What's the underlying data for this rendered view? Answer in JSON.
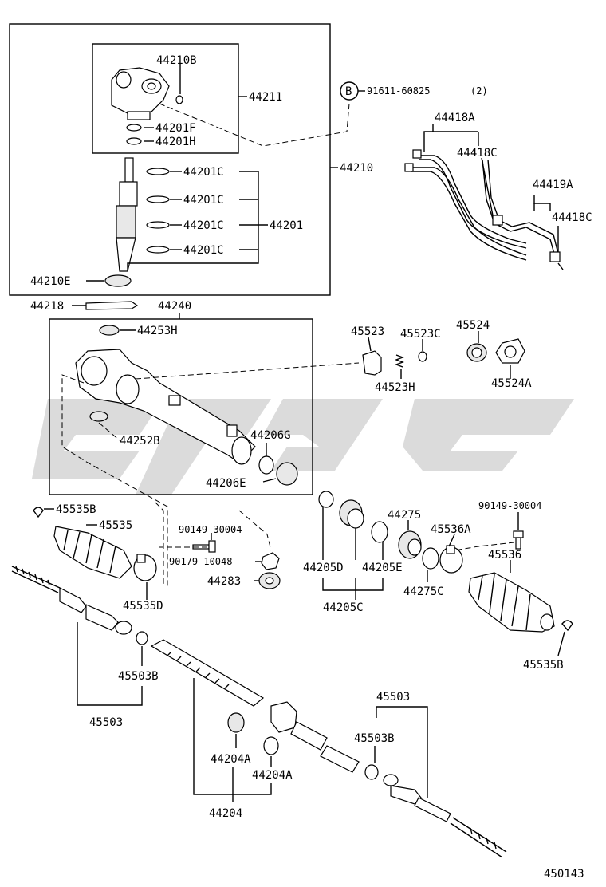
{
  "diagram_id": "450143",
  "labels": {
    "l44210B": "44210B",
    "l44211": "44211",
    "l44201F": "44201F",
    "l44201H": "44201H",
    "l44201C_1": "44201C",
    "l44201C_2": "44201C",
    "l44201C_3": "44201C",
    "l44201C_4": "44201C",
    "l44201": "44201",
    "l44210": "44210",
    "l44210E": "44210E",
    "bolt_ref_letter": "B",
    "bolt_ref": "91611-60825",
    "bolt_qty": "(2)",
    "l44418A": "44418A",
    "l44418C_1": "44418C",
    "l44419A": "44419A",
    "l44418C_2": "44418C",
    "l44218": "44218",
    "l44240": "44240",
    "l44253H": "44253H",
    "l45523": "45523",
    "l45523C": "45523C",
    "l45524": "45524",
    "l44523H": "44523H",
    "l45524A": "45524A",
    "l44252B": "44252B",
    "l44206G": "44206G",
    "l44206E": "44206E",
    "l45535B_1": "45535B",
    "l45535": "45535",
    "l90149_1": "90149-30004",
    "l90179": "90179-10048",
    "l44283": "44283",
    "l45535D": "45535D",
    "l44205D": "44205D",
    "l44275": "44275",
    "l44205E": "44205E",
    "l44205C": "44205C",
    "l90149_2": "90149-30004",
    "l45536A": "45536A",
    "l45536": "45536",
    "l44275C": "44275C",
    "l45535B_2": "45535B",
    "l45503B_1": "45503B",
    "l45503_1": "45503",
    "l45503_2": "45503",
    "l45503B_2": "45503B",
    "l44204A_1": "44204A",
    "l44204A_2": "44204A",
    "l44204": "44204"
  }
}
